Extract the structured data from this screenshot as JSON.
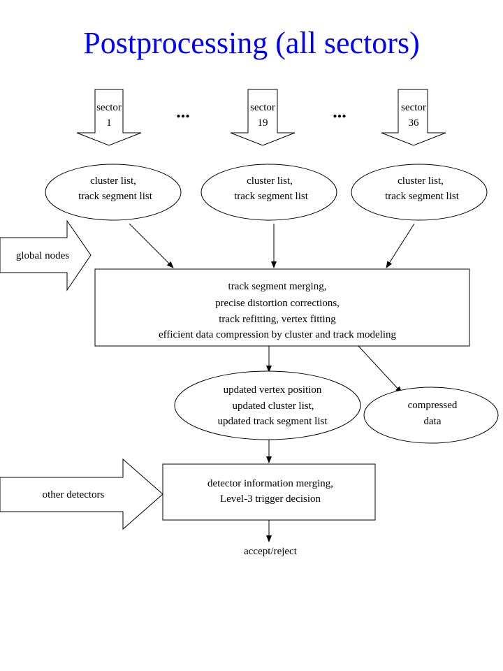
{
  "title": "Postprocessing (all sectors)",
  "sectors": {
    "s1": [
      "sector",
      "1"
    ],
    "s19": [
      "sector",
      "19"
    ],
    "s36": [
      "sector",
      "36"
    ],
    "ellipsis": "..."
  },
  "cluster_ellipse": [
    "cluster list,",
    "track segment list"
  ],
  "global_nodes": "global nodes",
  "main_box": [
    "track segment merging,",
    "precise distortion corrections,",
    "track refitting, vertex fitting",
    "efficient data compression by cluster and track modeling"
  ],
  "updated_ellipse": [
    "updated vertex position",
    "updated cluster list,",
    "updated track segment list"
  ],
  "compressed_ellipse": [
    "compressed",
    "data"
  ],
  "other_detectors": "other detectors",
  "detector_box": [
    "detector information merging,",
    "Level-3 trigger decision"
  ],
  "output": "accept/reject"
}
